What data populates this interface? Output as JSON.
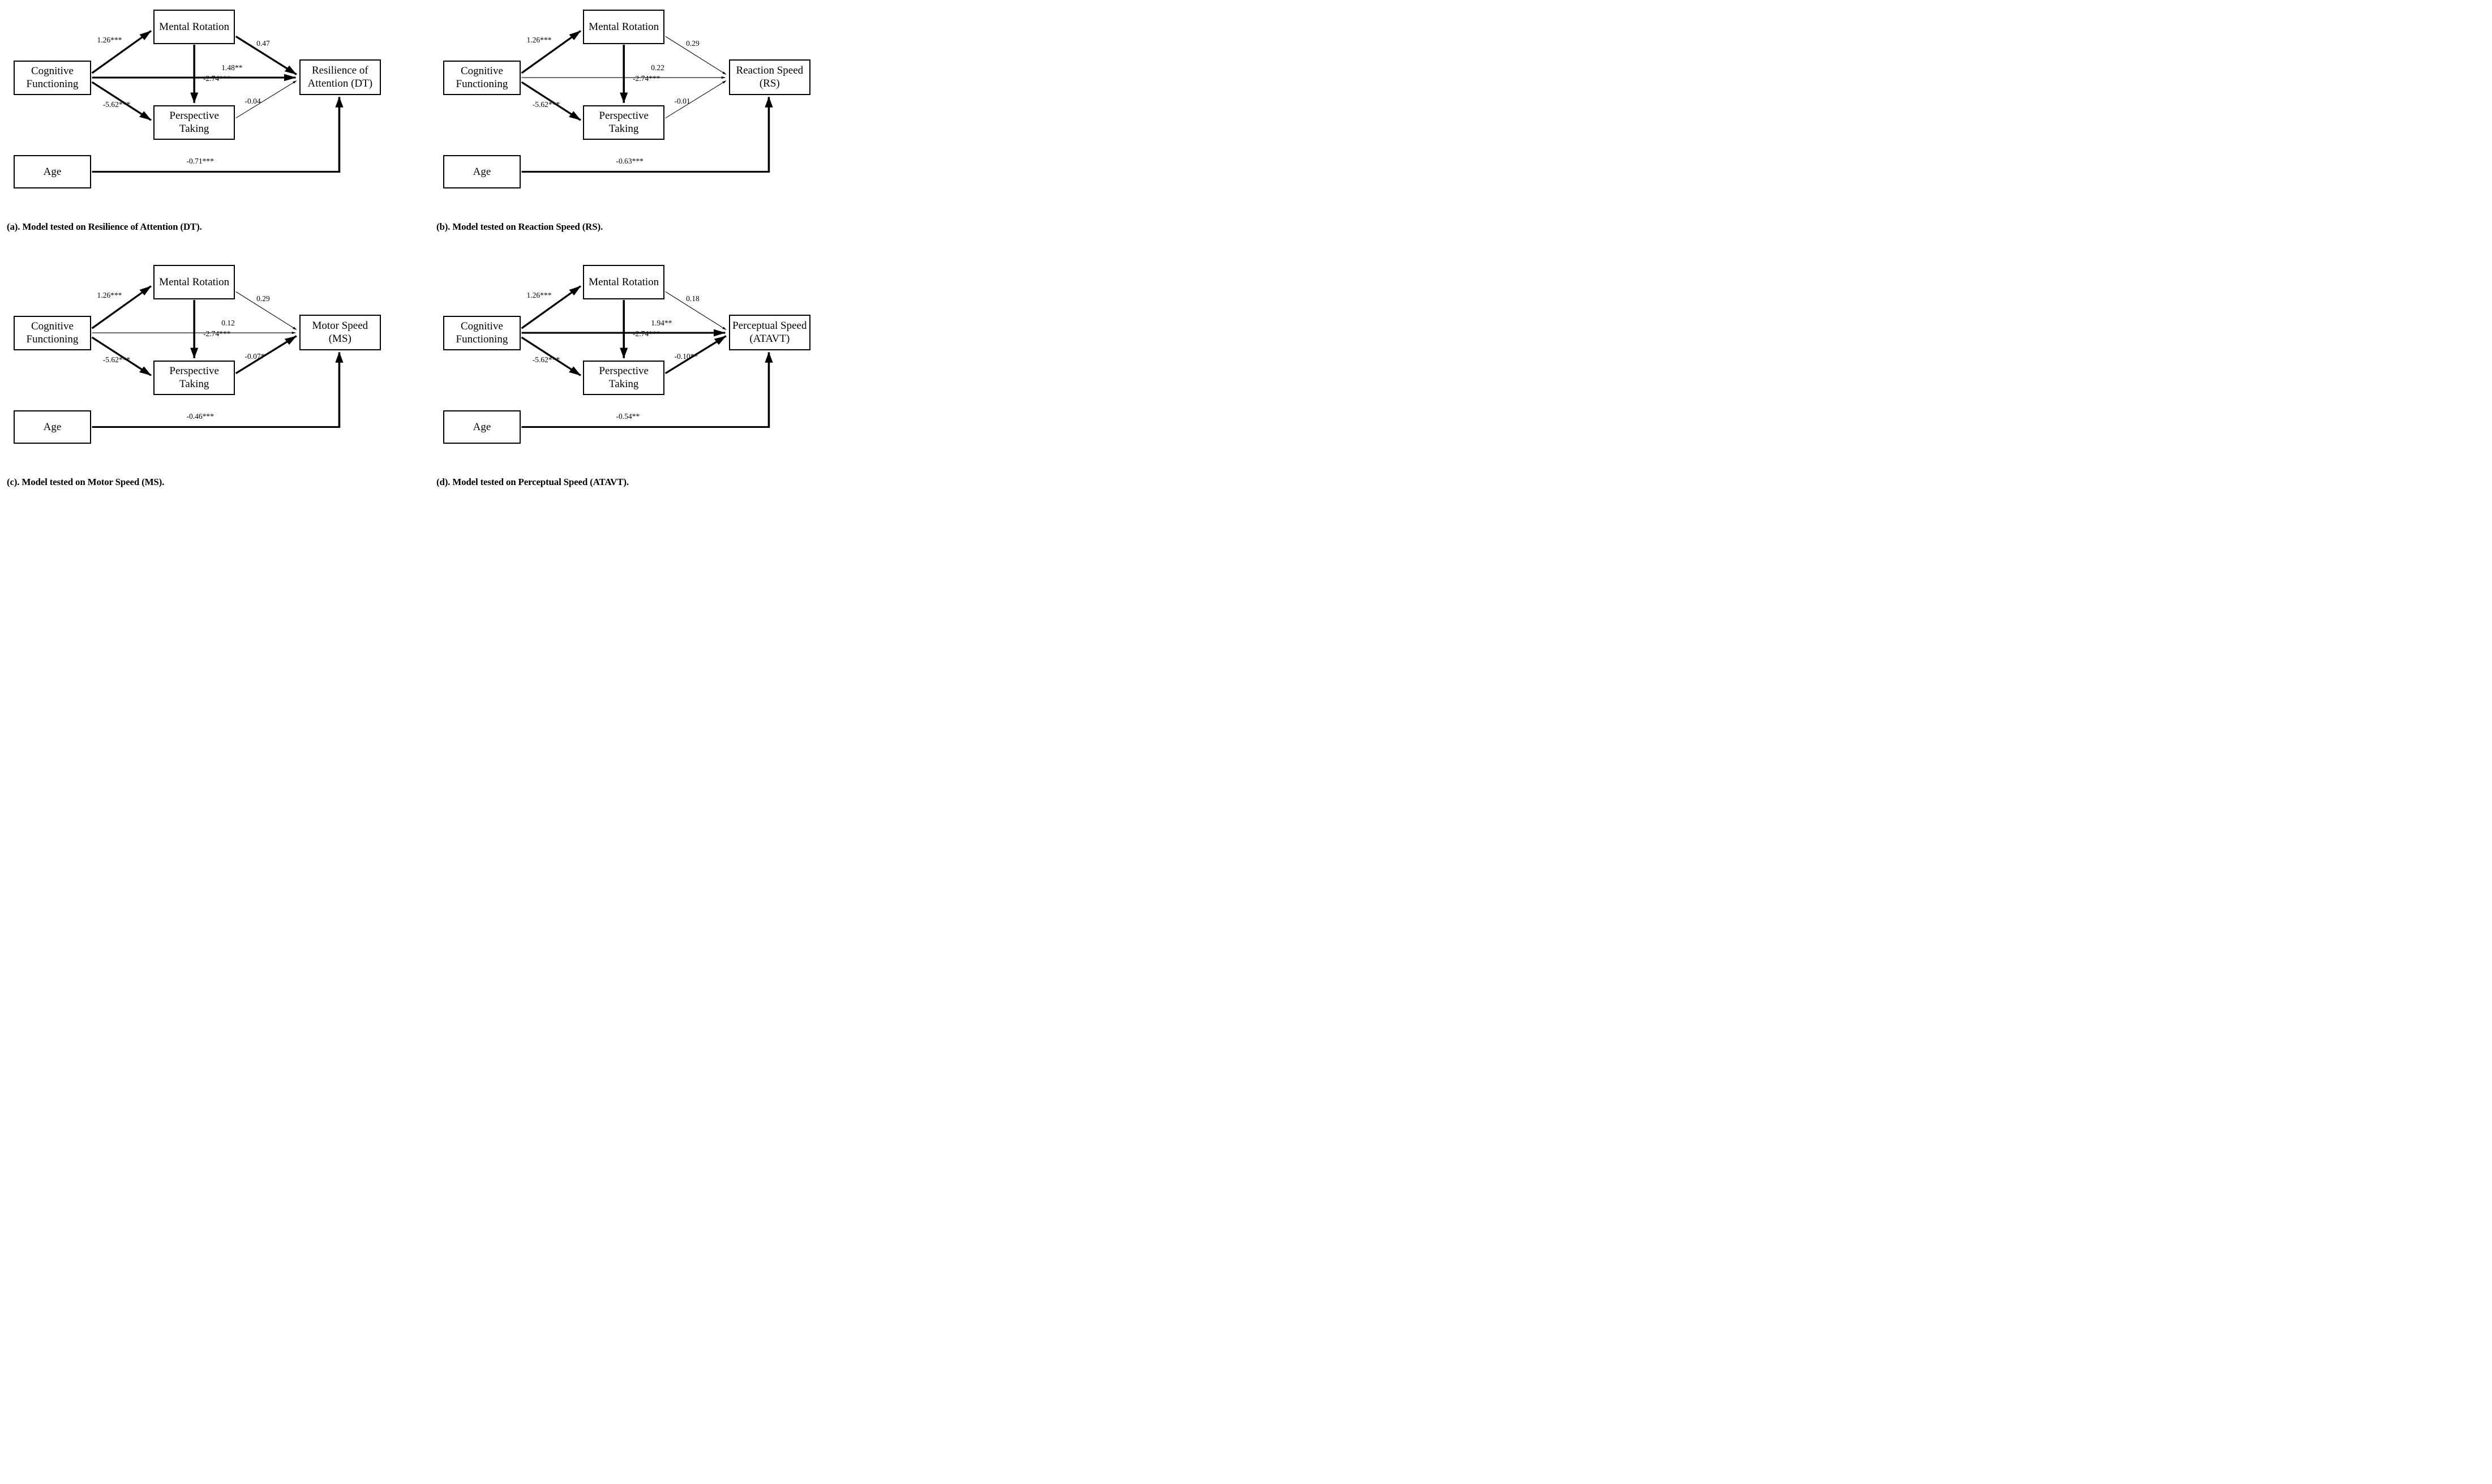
{
  "colors": {
    "background": "#ffffff",
    "line": "#000000",
    "text": "#000000"
  },
  "panels": [
    {
      "id": "a",
      "caption": "(a). Model tested on Resilience of Attention (DT).",
      "nodes": {
        "cognitive_functioning": "Cognitive Functioning",
        "mental_rotation": "Mental Rotation",
        "perspective_taking": "Perspective Taking",
        "outcome": "Resilience of Attention (DT)",
        "age": "Age"
      },
      "paths": {
        "cf_mr": {
          "label": "1.26***",
          "weight": "thick"
        },
        "cf_pt": {
          "label": "-5.62***",
          "weight": "thick"
        },
        "mr_pt": {
          "label": "-2.74***",
          "weight": "thick"
        },
        "mr_out": {
          "label": "0.47",
          "weight": "thick"
        },
        "cf_out": {
          "label": "1.48**",
          "weight": "thick"
        },
        "pt_out": {
          "label": "-0.04",
          "weight": "thin"
        },
        "age_out": {
          "label": "-0.71***",
          "weight": "thick"
        }
      }
    },
    {
      "id": "b",
      "caption": "(b). Model tested on Reaction Speed (RS).",
      "nodes": {
        "cognitive_functioning": "Cognitive Functioning",
        "mental_rotation": "Mental Rotation",
        "perspective_taking": "Perspective Taking",
        "outcome": "Reaction Speed (RS)",
        "age": "Age"
      },
      "paths": {
        "cf_mr": {
          "label": "1.26***",
          "weight": "thick"
        },
        "cf_pt": {
          "label": "-5.62***",
          "weight": "thick"
        },
        "mr_pt": {
          "label": "-2.74***",
          "weight": "thick"
        },
        "mr_out": {
          "label": "0.29",
          "weight": "thin"
        },
        "cf_out": {
          "label": "0.22",
          "weight": "thin"
        },
        "pt_out": {
          "label": "-0.01",
          "weight": "thin"
        },
        "age_out": {
          "label": "-0.63***",
          "weight": "thick"
        }
      }
    },
    {
      "id": "c",
      "caption": "(c). Model tested on Motor Speed (MS).",
      "nodes": {
        "cognitive_functioning": "Cognitive Functioning",
        "mental_rotation": "Mental Rotation",
        "perspective_taking": "Perspective Taking",
        "outcome": "Motor Speed (MS)",
        "age": "Age"
      },
      "paths": {
        "cf_mr": {
          "label": "1.26***",
          "weight": "thick"
        },
        "cf_pt": {
          "label": "-5.62***",
          "weight": "thick"
        },
        "mr_pt": {
          "label": "-2.74***",
          "weight": "thick"
        },
        "mr_out": {
          "label": "0.29",
          "weight": "thin"
        },
        "cf_out": {
          "label": "0.12",
          "weight": "thin"
        },
        "pt_out": {
          "label": "-0.07*",
          "weight": "thick"
        },
        "age_out": {
          "label": "-0.46***",
          "weight": "thick"
        }
      }
    },
    {
      "id": "d",
      "caption": "(d). Model tested on Perceptual Speed (ATAVT).",
      "nodes": {
        "cognitive_functioning": "Cognitive Functioning",
        "mental_rotation": "Mental Rotation",
        "perspective_taking": "Perspective Taking",
        "outcome": "Perceptual Speed (ATAVT)",
        "age": "Age"
      },
      "paths": {
        "cf_mr": {
          "label": "1.26***",
          "weight": "thick"
        },
        "cf_pt": {
          "label": "-5.62***",
          "weight": "thick"
        },
        "mr_pt": {
          "label": "-2.74***",
          "weight": "thick"
        },
        "mr_out": {
          "label": "0.18",
          "weight": "thin"
        },
        "cf_out": {
          "label": "1.94**",
          "weight": "thick"
        },
        "pt_out": {
          "label": "-0.10**",
          "weight": "thick"
        },
        "age_out": {
          "label": "-0.54**",
          "weight": "thick"
        }
      }
    }
  ]
}
